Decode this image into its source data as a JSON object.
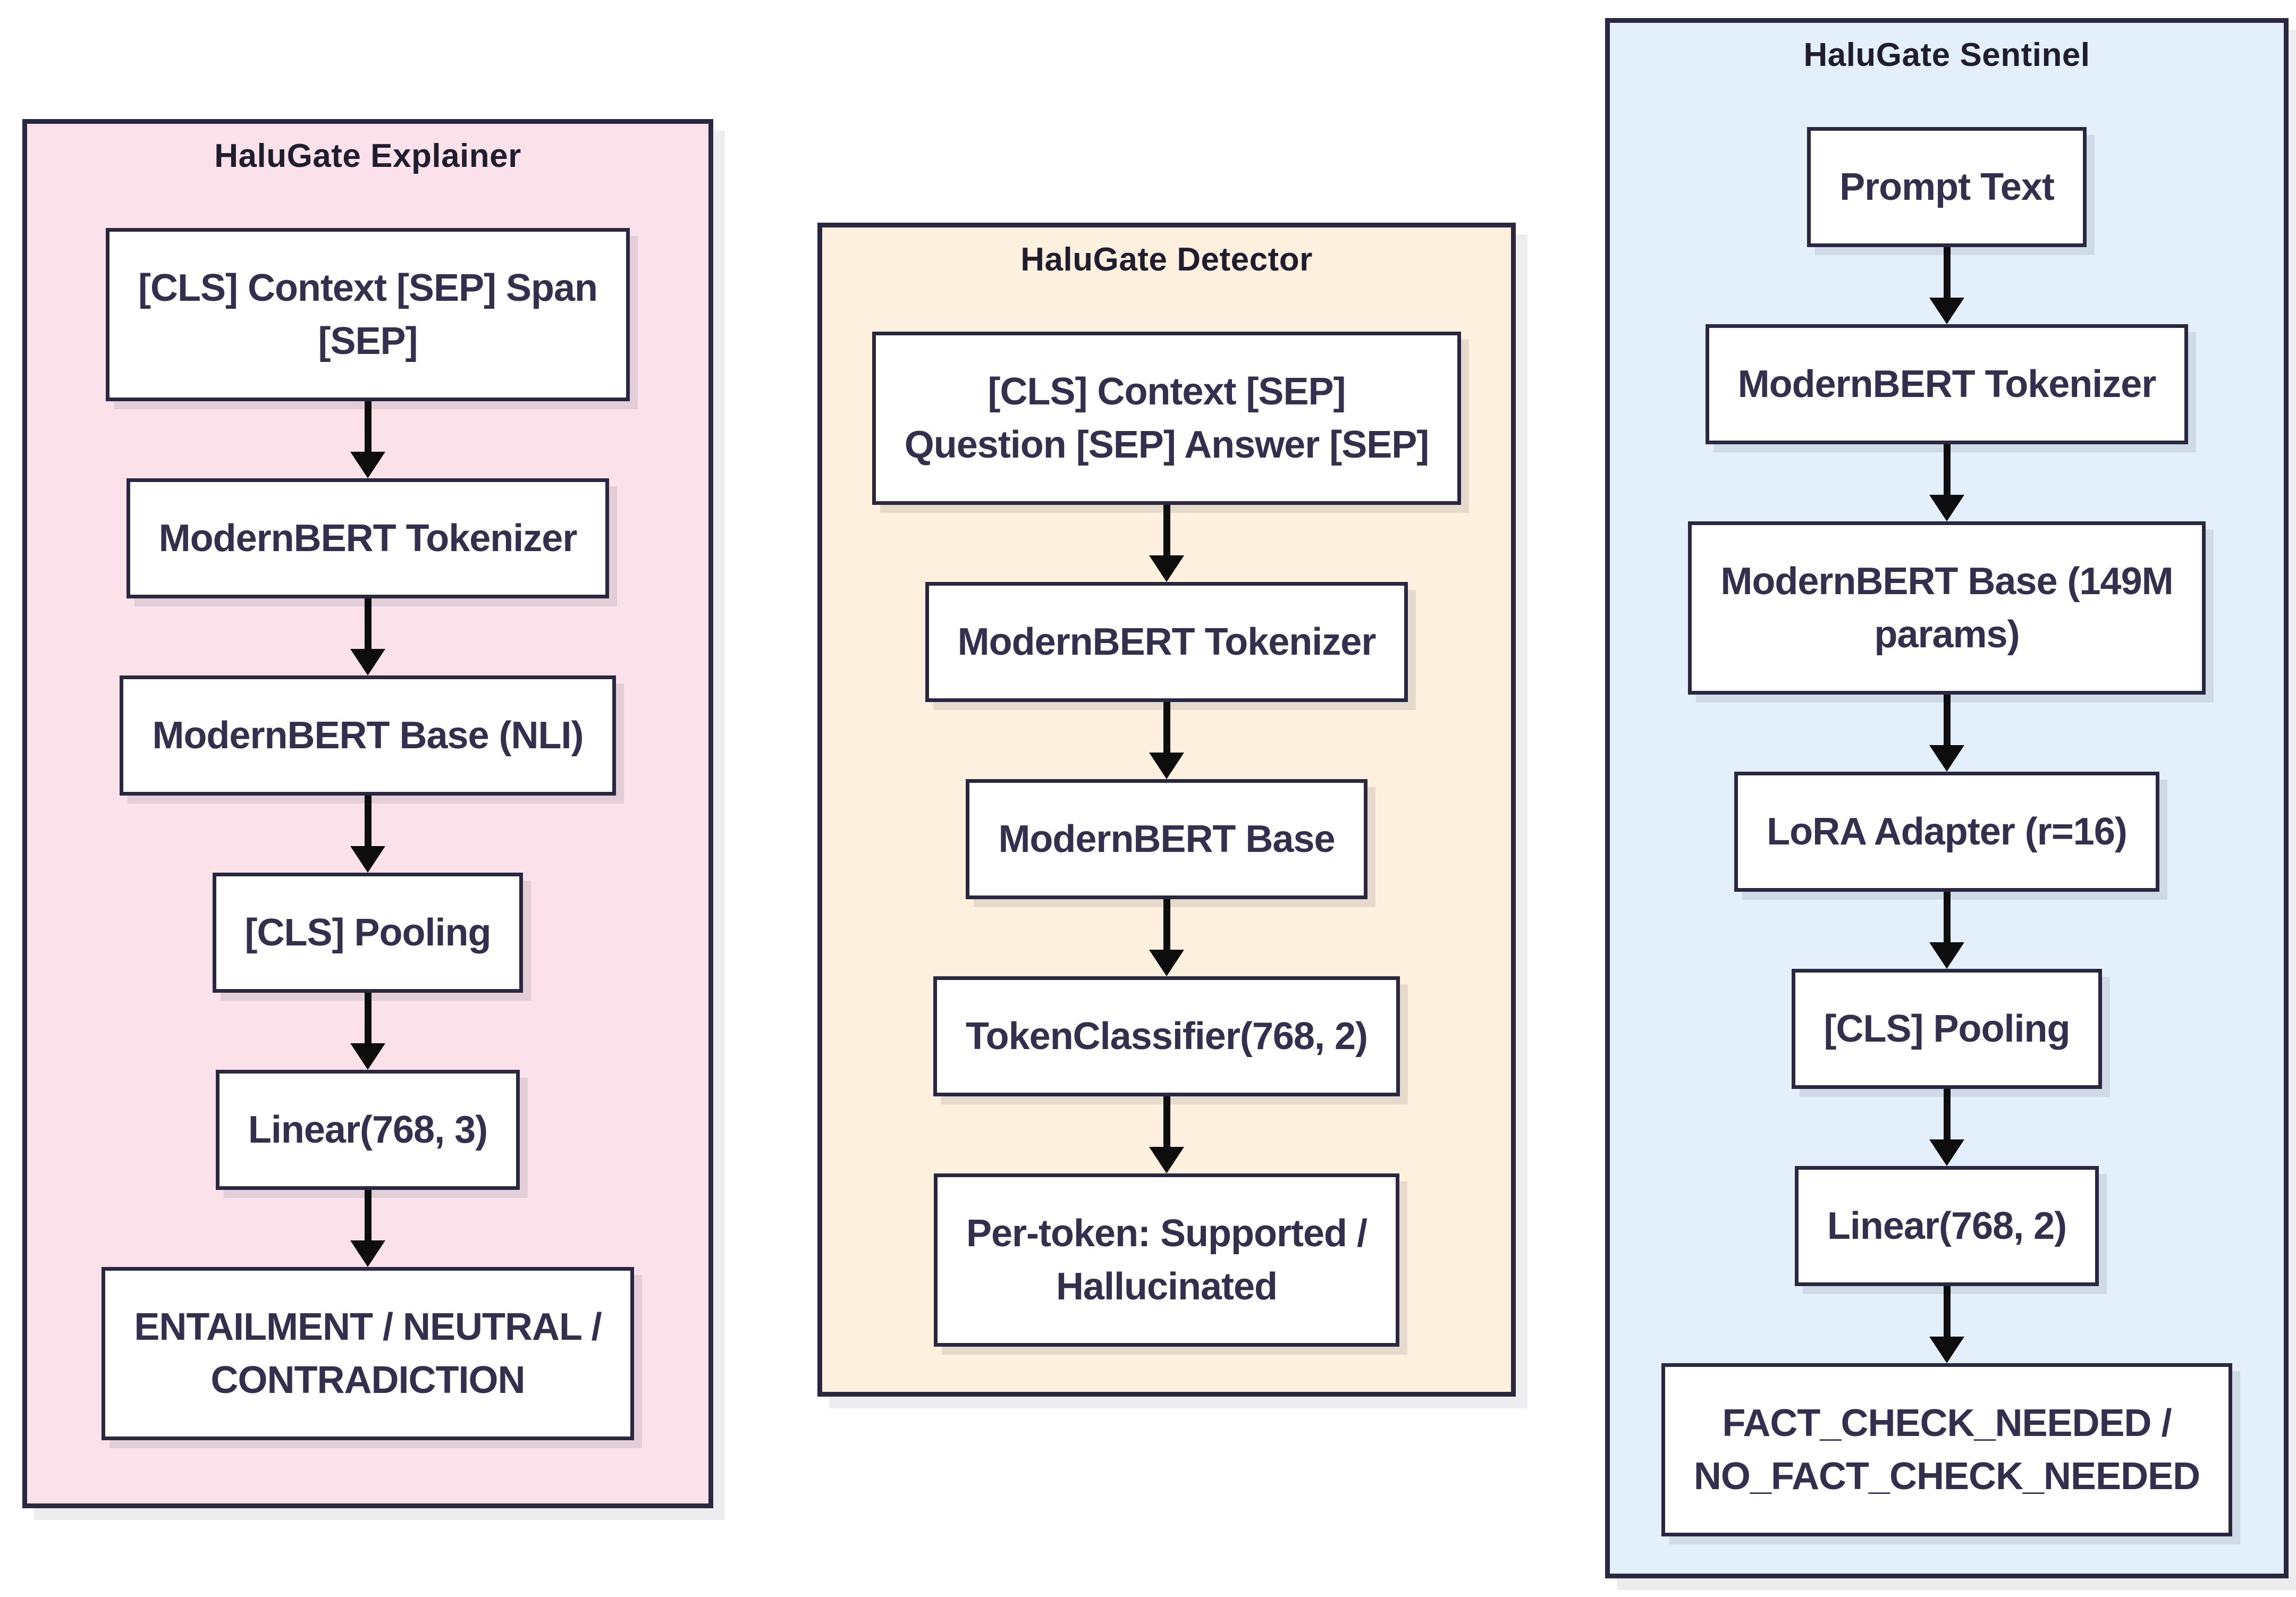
{
  "diagram": {
    "colors": {
      "border": "#2a2840",
      "title_text": "#201e2e",
      "node_text": "#332f4d",
      "node_fill": "#ffffff",
      "arrow": "#0d0d0d",
      "panel_shadow": "rgba(30,30,45,0.08)",
      "node_shadow": "rgba(30,30,45,0.10)",
      "canvas_background": "#ffffff"
    },
    "columns": [
      {
        "id": "explainer",
        "title": "HaluGate Explainer",
        "bg": "#fae1ea",
        "nodes": [
          {
            "lines": [
              "[CLS] Context [SEP] Span",
              "[SEP]"
            ]
          },
          {
            "lines": [
              "ModernBERT Tokenizer"
            ]
          },
          {
            "lines": [
              "ModernBERT Base (NLI)"
            ]
          },
          {
            "lines": [
              "[CLS] Pooling"
            ]
          },
          {
            "lines": [
              "Linear(768, 3)"
            ]
          },
          {
            "lines": [
              "ENTAILMENT / NEUTRAL /",
              "CONTRADICTION"
            ]
          }
        ]
      },
      {
        "id": "detector",
        "title": "HaluGate Detector",
        "bg": "#fdf0de",
        "nodes": [
          {
            "lines": [
              "[CLS] Context [SEP]",
              "Question [SEP] Answer [SEP]"
            ]
          },
          {
            "lines": [
              "ModernBERT Tokenizer"
            ]
          },
          {
            "lines": [
              "ModernBERT Base"
            ]
          },
          {
            "lines": [
              "TokenClassifier(768, 2)"
            ]
          },
          {
            "lines": [
              "Per-token: Supported /",
              "Hallucinated"
            ]
          }
        ]
      },
      {
        "id": "sentinel",
        "title": "HaluGate Sentinel",
        "bg": "#e3f0fb",
        "nodes": [
          {
            "lines": [
              "Prompt Text"
            ]
          },
          {
            "lines": [
              "ModernBERT Tokenizer"
            ]
          },
          {
            "lines": [
              "ModernBERT Base (149M",
              "params)"
            ]
          },
          {
            "lines": [
              "LoRA Adapter (r=16)"
            ]
          },
          {
            "lines": [
              "[CLS] Pooling"
            ]
          },
          {
            "lines": [
              "Linear(768, 2)"
            ]
          },
          {
            "lines": [
              "FACT_CHECK_NEEDED /",
              "NO_FACT_CHECK_NEEDED"
            ]
          }
        ]
      }
    ]
  }
}
